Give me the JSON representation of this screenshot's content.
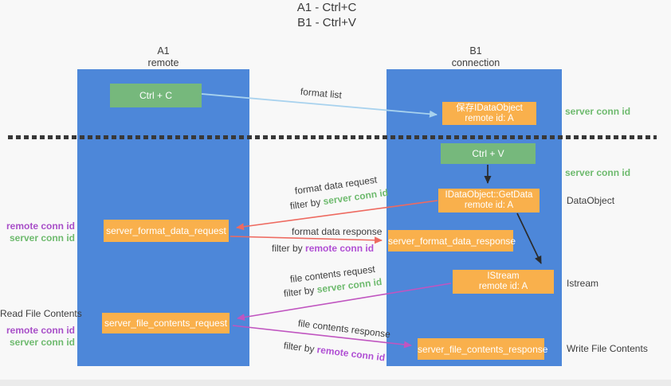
{
  "title": {
    "line1": "A1 - Ctrl+C",
    "line2": "B1 - Ctrl+V"
  },
  "lifelines": {
    "left": {
      "name": "A1",
      "role": "remote"
    },
    "right": {
      "name": "B1",
      "role": "connection"
    }
  },
  "nodes": {
    "ctrl_c": {
      "label": "Ctrl + C"
    },
    "save_dataobject": {
      "line1": "保存IDataObject",
      "line2": "remote id: A"
    },
    "ctrl_v": {
      "label": "Ctrl + V"
    },
    "getdata": {
      "line1": "IDataObject::GetData",
      "line2": "remote id: A"
    },
    "format_data_request": {
      "label": "server_format_data_request"
    },
    "format_data_response": {
      "label": "server_format_data_response"
    },
    "istream": {
      "line1": "IStream",
      "line2": "remote id: A"
    },
    "file_contents_request": {
      "label": "server_file_contents_request"
    },
    "file_contents_response": {
      "label": "server_file_contents_response"
    }
  },
  "arrows": {
    "format_list": {
      "label": "format list"
    },
    "format_data_request": {
      "label": "format data request",
      "filter_prefix": "filter by",
      "filter_key": "server conn id"
    },
    "format_data_response": {
      "label": "format data response",
      "filter_prefix": "filter by",
      "filter_key": "remote conn id"
    },
    "file_contents_request": {
      "label": "file contents request",
      "filter_prefix": "filter by",
      "filter_key": "server conn id"
    },
    "file_contents_response": {
      "label": "file contents response",
      "filter_prefix": "filter by",
      "filter_key": "remote conn id"
    }
  },
  "side_labels": {
    "server_conn_id_save": "server conn id",
    "server_conn_id_paste": "server conn id",
    "dataobject": "DataObject",
    "istream": "Istream",
    "write_file_contents": "Write File Contents",
    "read_file_contents": "Read File Contents",
    "format_remote_conn_id": "remote conn id",
    "format_server_conn_id": "server conn id",
    "file_remote_conn_id": "remote conn id",
    "file_server_conn_id": "server conn id"
  },
  "colors": {
    "lifeline_blue": "#4d87d9",
    "action_green": "#76b87c",
    "message_orange": "#f9b04c",
    "server_conn_green": "#6eba6e",
    "remote_conn_purple": "#a84fc8",
    "request_red": "#ee6a60",
    "response_magenta": "#c055c0",
    "format_list_blue": "#a8d2ee",
    "separator_dark": "#383838"
  }
}
